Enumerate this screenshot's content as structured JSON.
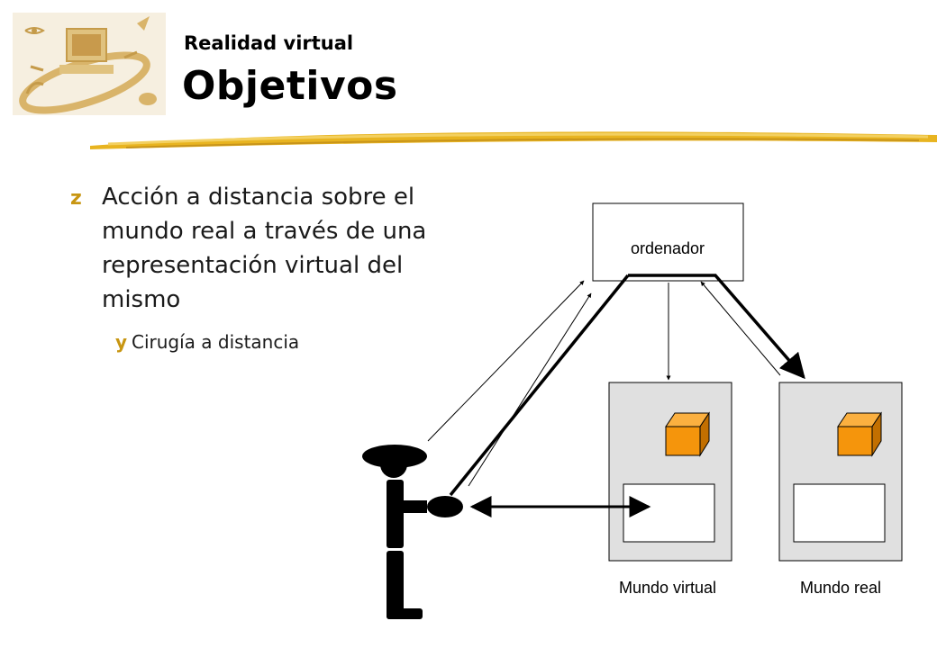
{
  "header": {
    "subtitle": "Realidad virtual",
    "title": "Objetivos"
  },
  "bullets": {
    "main_lines": [
      "Acción a distancia sobre el",
      "mundo real a través de una",
      "representación virtual del",
      "mismo"
    ],
    "sub": "Cirugía a distancia",
    "main_marker": "z",
    "sub_marker": "y"
  },
  "diagram": {
    "computer_label": "ordenador",
    "virtual_world_label": "Mundo virtual",
    "real_world_label": "Mundo real"
  },
  "colors": {
    "accent_gold": "#e8b420",
    "cube_orange": "#f5950c",
    "panel_gray": "#e0e0e0"
  }
}
